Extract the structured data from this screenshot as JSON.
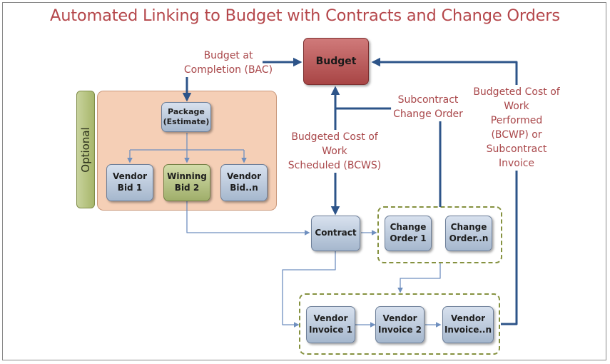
{
  "title": "Automated Linking to Budget with Contracts and Change Orders",
  "colors": {
    "title": "#b5474b",
    "label": "#a9474a",
    "arrow_dark": "#2d5489",
    "arrow_light": "#6f8fbf",
    "panel": "#f5cfb6",
    "dash": "#85913f",
    "budget": "#b85858",
    "node_blue": "#a5b7cd",
    "node_green": "#9fae6a"
  },
  "nodes": {
    "budget": "Budget",
    "package": [
      "Package",
      "(Estimate)"
    ],
    "vendor_bid_1": [
      "Vendor",
      "Bid 1"
    ],
    "winning_bid_2": [
      "Winning",
      "Bid 2"
    ],
    "vendor_bid_n": [
      "Vendor",
      "Bid..n"
    ],
    "contract": "Contract",
    "change_order_1": [
      "Change",
      "Order 1"
    ],
    "change_order_n": [
      "Change",
      "Order..n"
    ],
    "vendor_invoice_1": [
      "Vendor",
      "Invoice 1"
    ],
    "vendor_invoice_2": [
      "Vendor",
      "Invoice 2"
    ],
    "vendor_invoice_n": [
      "Vendor",
      "Invoice..n"
    ]
  },
  "optional_label": "Optional",
  "labels": {
    "bac": [
      "Budget at",
      "Completion (BAC)"
    ],
    "subcontract_change_order": [
      "Subcontract",
      "Change Order"
    ],
    "bcws": [
      "Budgeted Cost of",
      "Work",
      "Scheduled (BCWS)"
    ],
    "bcwp": [
      "Budgeted Cost of",
      "Work",
      "Performed",
      "(BCWP) or",
      "Subcontract",
      "Invoice"
    ]
  }
}
